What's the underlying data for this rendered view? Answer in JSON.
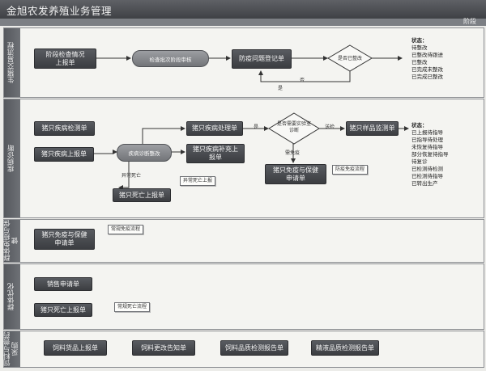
{
  "app_title": "金旭农发养殖业务管理",
  "phase_label": "阶段",
  "lanes": [
    {
      "label": "生猪交易流程"
    },
    {
      "label": "疾病诊断"
    },
    {
      "label": "群体免疫与保健"
    },
    {
      "label": "群体优化"
    },
    {
      "label": "饲料与兽药采购"
    }
  ],
  "lane1": {
    "report_box": "阶段检查情况\n上报单",
    "process": "检查批次阶段审核",
    "plan_box": "防疫问题登记单",
    "decision": "是否已整改",
    "label_yes": "是",
    "label_no": "否",
    "status_lines": [
      "状态：",
      "待整改",
      "已整改待跟进",
      "已整改",
      "已完成未整改",
      "已完成已整改"
    ]
  },
  "lane2": {
    "box_monitor": "猪只疾病检测单",
    "box_report": "猪只疾病上报单",
    "process": "疾病诊断整改",
    "box_handle": "猪只疾病处理单",
    "box_supplement": "猪只疾病补充上\n报单",
    "decision": "是否需要实验室\n诊断",
    "label_yes": "是",
    "label_yes2": "送检",
    "box_sample": "猪只样品监测单",
    "label_need_immune": "需免疫",
    "box_immune": "猪只免疫与保健\n申请单",
    "note_immune": "防疫免疫流程",
    "label_abnormal": "异常死亡",
    "box_death": "猪只死亡上报单",
    "note_death": "异常死亡上报",
    "status_lines": [
      "状态：",
      "已上报待指导",
      "已指导待处理",
      "未恢复待指导",
      "部分恢复待指导",
      "待复诊",
      "已检测待检测",
      "已检测待指导",
      "已转出生产"
    ]
  },
  "lane3": {
    "box_immune": "猪只免疫与保健\n申请单",
    "note": "常规免疫流程"
  },
  "lane4": {
    "box_sale": "销售申请单",
    "box_death": "猪只死亡上报单",
    "note": "常规死亡流程"
  },
  "lane5": {
    "boxes": [
      "饲料货品上报单",
      "饲料更改告知单",
      "饲料品质检测报告单",
      "精液品质检测报告单"
    ]
  }
}
